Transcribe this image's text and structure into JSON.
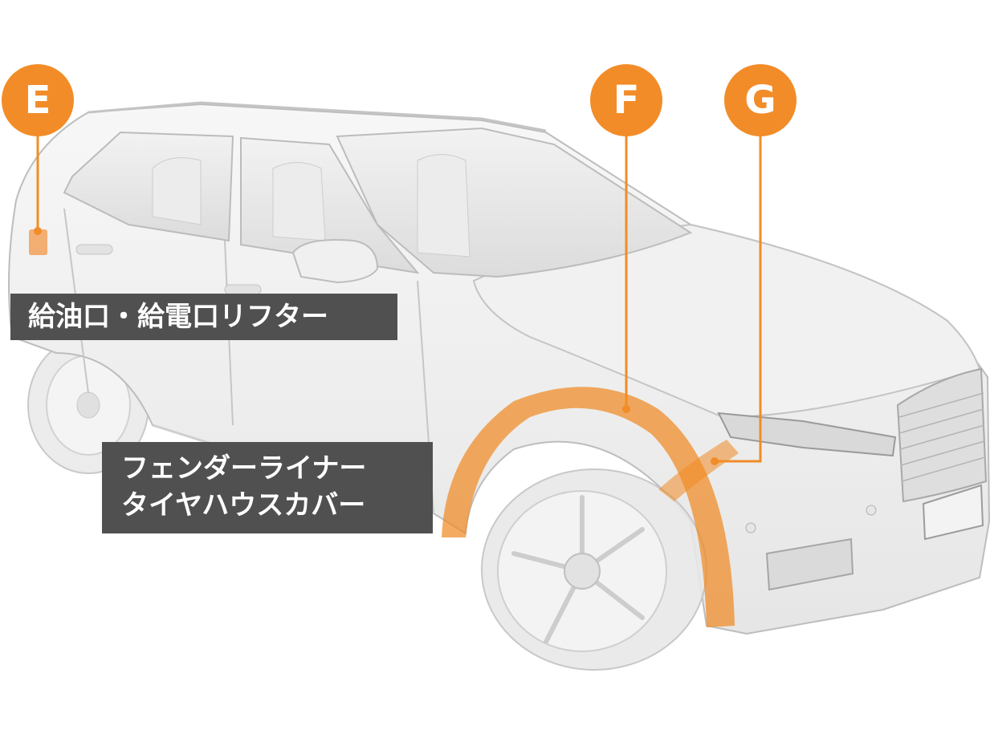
{
  "callouts": [
    {
      "id": "E",
      "letter": "E"
    },
    {
      "id": "F",
      "letter": "F"
    },
    {
      "id": "G",
      "letter": "G"
    }
  ],
  "labels": {
    "fuel_lid": "給油口・給電口リフター",
    "fender_liner": "フェンダーライナー",
    "tire_house_cover": "タイヤハウスカバー"
  },
  "colors": {
    "accent": "#f28c28",
    "label_bg": "#505050",
    "label_text": "#ffffff"
  }
}
